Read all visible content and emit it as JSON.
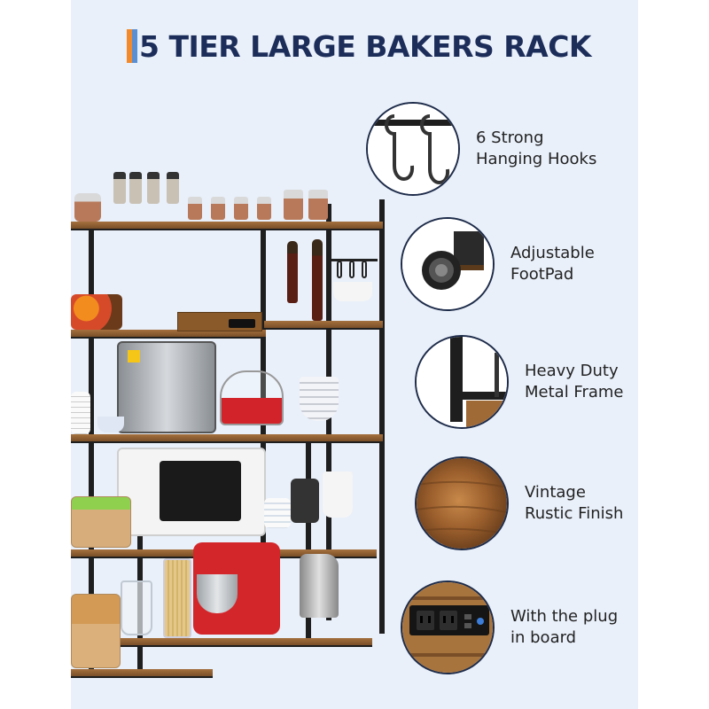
{
  "title": "5 TIER LARGE BAKERS RACK",
  "colors": {
    "panel_background": "#e9f0fa",
    "title_text": "#1c2d5a",
    "accent_orange": "#f08a2c",
    "accent_blue": "#5a8fd4",
    "wood": "#8b5a2b",
    "metal_frame": "#1e1e1e"
  },
  "features": [
    {
      "icon": "s-hooks-icon",
      "label": "6 Strong\nHanging Hooks"
    },
    {
      "icon": "adjustable-footpad-icon",
      "label": "Adjustable\nFootPad"
    },
    {
      "icon": "metal-frame-icon",
      "label": "Heavy Duty\nMetal Frame"
    },
    {
      "icon": "wood-grain-icon",
      "label": "Vintage\nRustic Finish"
    },
    {
      "icon": "power-outlet-icon",
      "label": "With the plug\nin board"
    }
  ]
}
